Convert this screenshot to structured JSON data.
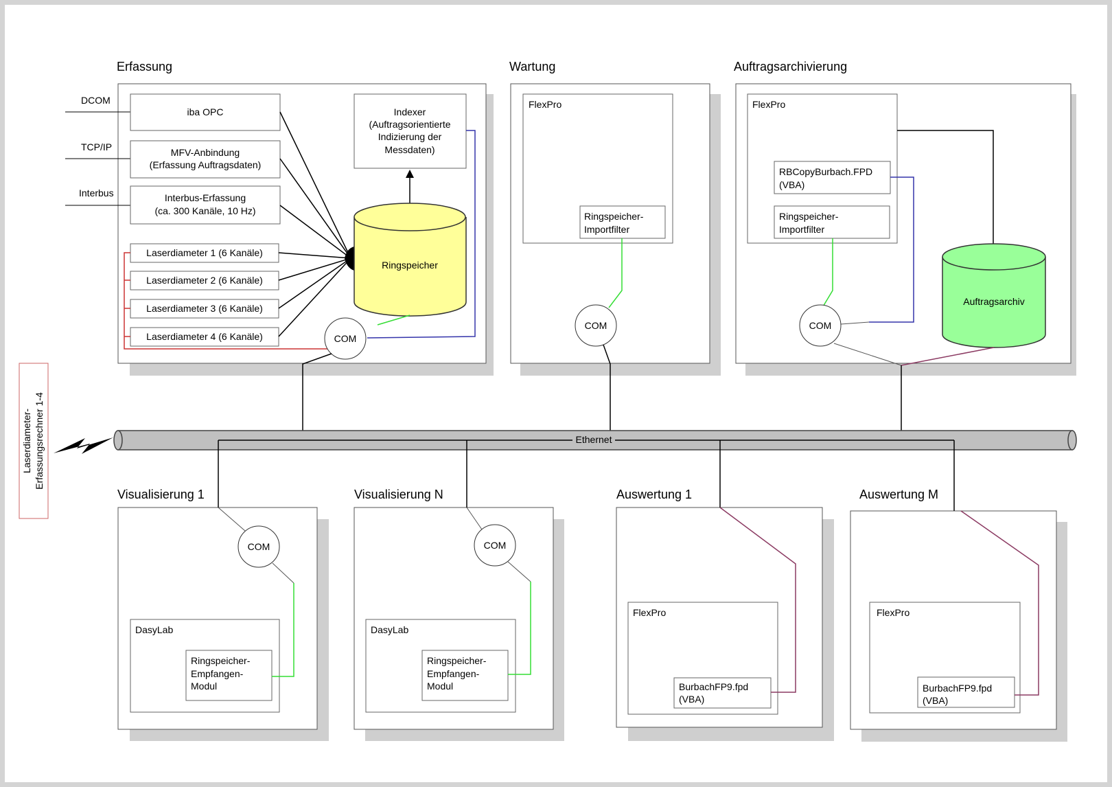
{
  "sections": {
    "erfassung": "Erfassung",
    "wartung": "Wartung",
    "auftragsarchivierung": "Auftragsarchivierung",
    "visualisierung1": "Visualisierung 1",
    "visualisierungN": "Visualisierung N",
    "auswertung1": "Auswertung 1",
    "auswertungM": "Auswertung M"
  },
  "inputs": {
    "dcom": "DCOM",
    "tcpip": "TCP/IP",
    "interbus": "Interbus"
  },
  "erfassung": {
    "iba_opc": "iba OPC",
    "mfv": [
      "MFV-Anbindung",
      "(Erfassung Auftragsdaten)"
    ],
    "interbus_erfassung": [
      "Interbus-Erfassung",
      "(ca. 300 Kanäle, 10 Hz)"
    ],
    "laser": [
      "Laserdiameter 1 (6 Kanäle)",
      "Laserdiameter 2 (6 Kanäle)",
      "Laserdiameter 3 (6 Kanäle)",
      "Laserdiameter 4 (6 Kanäle)"
    ],
    "indexer": [
      "Indexer",
      "(Auftragsorientierte",
      "Indizierung der",
      "Messdaten)"
    ],
    "ringspeicher": "Ringspeicher",
    "com": "COM"
  },
  "wartung": {
    "flexpro": "FlexPro",
    "importfilter": [
      "Ringspeicher-",
      "Importfilter"
    ],
    "com": "COM"
  },
  "auftragsarchivierung": {
    "flexpro": "FlexPro",
    "rbcopy": [
      "RBCopyBurbach.FPD",
      "(VBA)"
    ],
    "importfilter": [
      "Ringspeicher-",
      "Importfilter"
    ],
    "com": "COM",
    "archiv": "Auftragsarchiv"
  },
  "ethernet": "Ethernet",
  "side_label": [
    "Laserdiameter-",
    "Erfassungsrechner 1-4"
  ],
  "visualisierung": {
    "com": "COM",
    "dasylab": "DasyLab",
    "modul": [
      "Ringspeicher-",
      "Empfangen-",
      "Modul"
    ]
  },
  "auswertung": {
    "flexpro": "FlexPro",
    "fpd": [
      "BurbachFP9.fpd",
      "(VBA)"
    ]
  },
  "colors": {
    "ringspeicher": "#ffff99",
    "archiv": "#99ff99",
    "red": "#cc3333",
    "blue": "#3333aa",
    "green": "#33dd33",
    "purple": "#8b3a62",
    "bus": "#c0c0c0"
  }
}
